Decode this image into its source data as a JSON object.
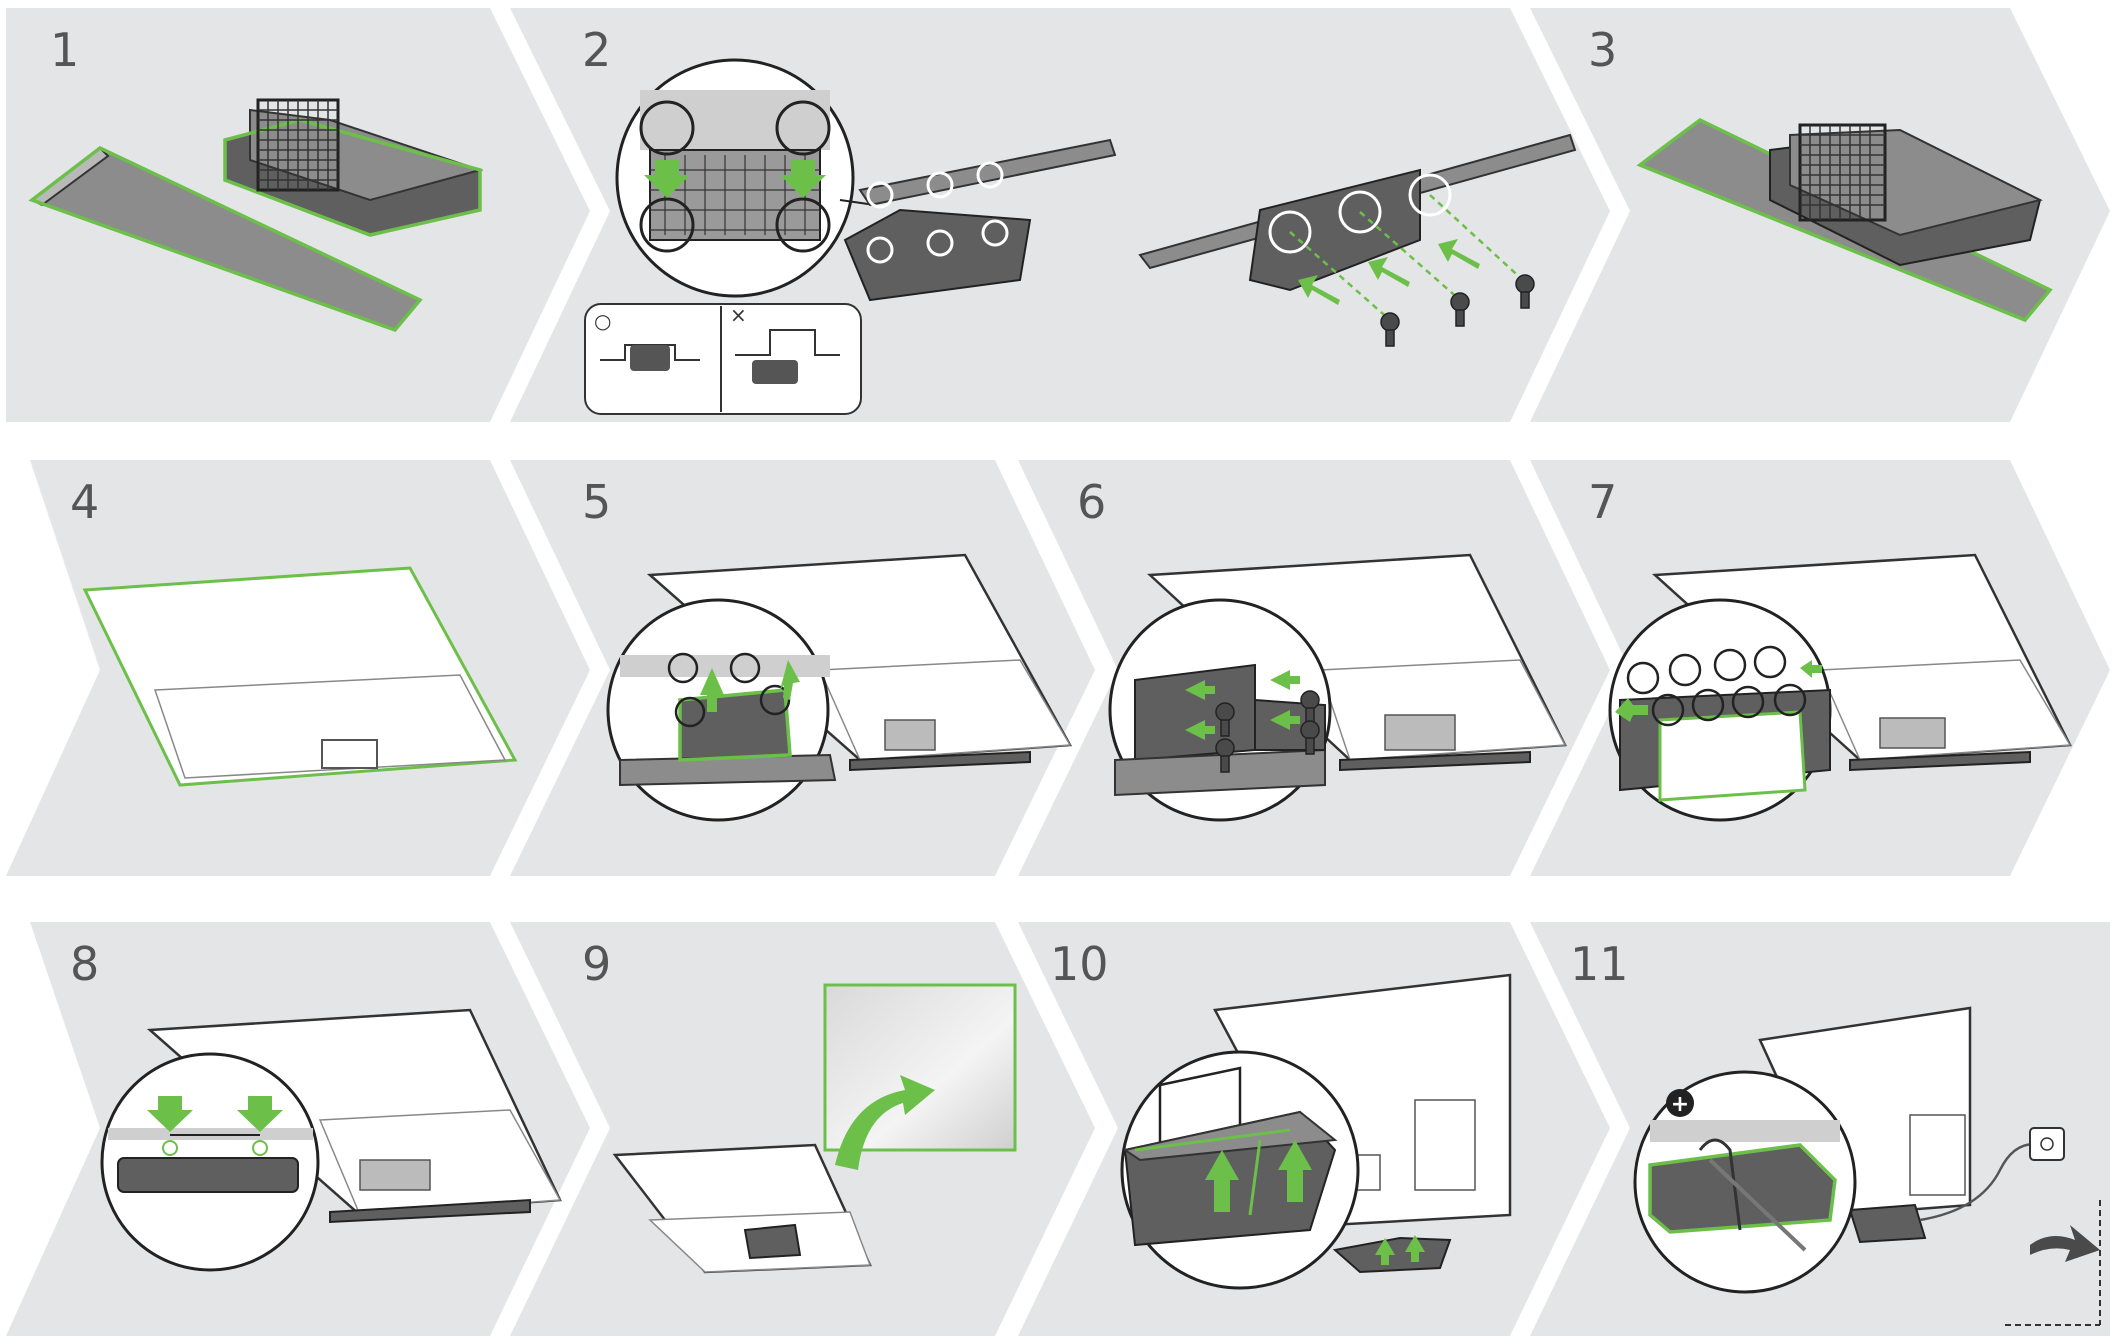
{
  "steps": [
    {
      "number": "1"
    },
    {
      "number": "2"
    },
    {
      "number": "3"
    },
    {
      "number": "4"
    },
    {
      "number": "5"
    },
    {
      "number": "6"
    },
    {
      "number": "7"
    },
    {
      "number": "8"
    },
    {
      "number": "9"
    },
    {
      "number": "10"
    },
    {
      "number": "11"
    }
  ],
  "step2_inset": {
    "correct_symbol": "○",
    "wrong_symbol": "×"
  },
  "step11_plus": "+",
  "colors": {
    "panel": "#e4e5e6",
    "accent": "#6cc04a",
    "part_gray": "#8c8c8c",
    "part_dark": "#5f5f5f"
  },
  "icons": [
    "arrow-icon",
    "screw-icon",
    "zoom-circle",
    "power-outlet-icon",
    "plus-icon"
  ]
}
